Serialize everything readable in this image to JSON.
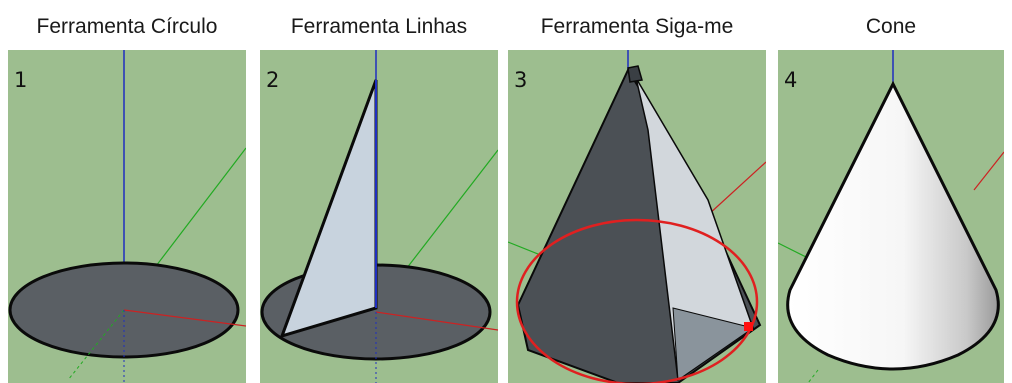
{
  "viewport_background": "#9dbe8f",
  "axis_colors": {
    "z": "#1f2fbf",
    "x": "#cc2222",
    "y": "#22aa22"
  },
  "panels": [
    {
      "title": "Ferramenta Círculo",
      "step": "1",
      "tool": "circle"
    },
    {
      "title": "Ferramenta Linhas",
      "step": "2",
      "tool": "lines"
    },
    {
      "title": "Ferramenta Siga-me",
      "step": "3",
      "tool": "follow-me"
    },
    {
      "title": "Cone",
      "step": "4",
      "tool": "cone"
    }
  ]
}
